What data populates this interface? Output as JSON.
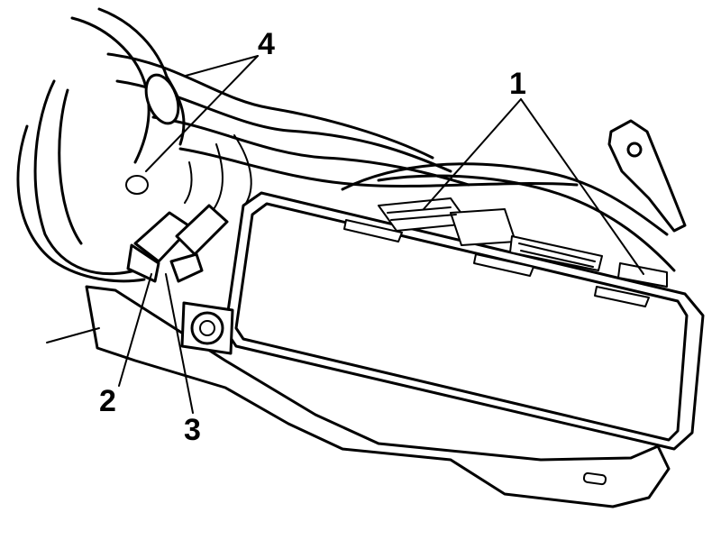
{
  "figure": {
    "callouts": [
      {
        "id": "1",
        "label": "1"
      },
      {
        "id": "2",
        "label": "2"
      },
      {
        "id": "3",
        "label": "3"
      },
      {
        "id": "4",
        "label": "4"
      }
    ]
  }
}
